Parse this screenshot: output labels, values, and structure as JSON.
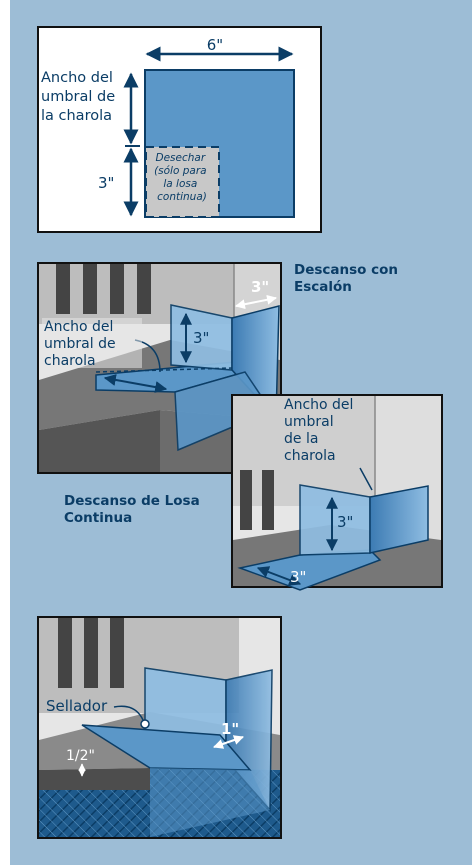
{
  "panel_top": {
    "width_dimension": "6\"",
    "sill_width_label": [
      "Ancho del",
      "umbral de",
      "la charola"
    ],
    "height_dimension": "3\"",
    "discard_note": [
      "Desechar",
      "(sólo para",
      "la losa",
      "continua)"
    ]
  },
  "panel_middle": {
    "step_title": [
      "Descanso con",
      "Escalón"
    ],
    "slab_title": [
      "Descanso de Losa",
      "Continua"
    ],
    "left_sill_label": [
      "Ancho del",
      "umbral de",
      "charola"
    ],
    "left_top_dim": "3\"",
    "left_vertical_dim": "3\"",
    "right_sill_label": [
      "Ancho del",
      "umbral",
      "de la",
      "charola"
    ],
    "right_vertical_dim": "3\"",
    "right_bottom_dim": "3\""
  },
  "panel_bottom": {
    "sealant_label": "Sellador",
    "overlap_dim": "1\"",
    "step_dim": "1/2\""
  },
  "colors": {
    "background": "#9dbdd6",
    "navy": "#0b3d66",
    "flashing": "#5b97c8",
    "flashing_light": "#8fbde2",
    "wall": "#d9d9d9",
    "discard_box": "#c8c8c8"
  }
}
